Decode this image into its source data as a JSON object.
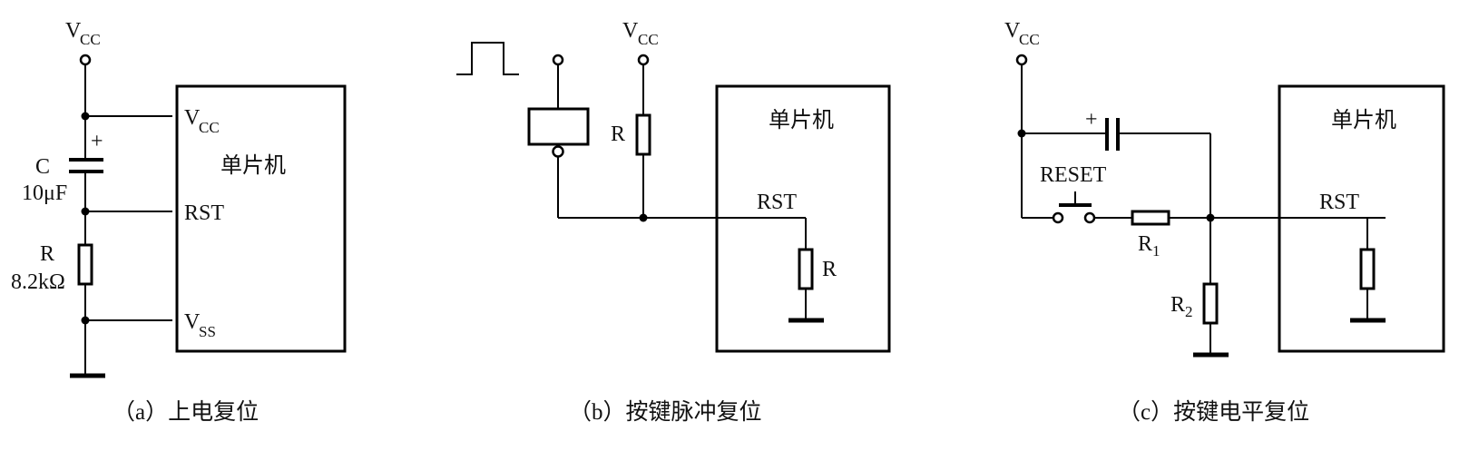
{
  "diagrams": [
    {
      "id": "a",
      "caption": "（a）上电复位",
      "supply_label": "V",
      "supply_sub": "CC",
      "chip_label": "单片机",
      "pins": [
        {
          "main": "V",
          "sub": "CC"
        },
        {
          "main": "RST",
          "sub": ""
        },
        {
          "main": "V",
          "sub": "SS"
        }
      ],
      "capacitor": {
        "name": "C",
        "value": "10μF",
        "polarity": "+"
      },
      "resistor": {
        "name": "R",
        "value": "8.2kΩ"
      }
    },
    {
      "id": "b",
      "caption": "（b）按键脉冲复位",
      "supply_label": "V",
      "supply_sub": "CC",
      "chip_label": "单片机",
      "pin": "RST",
      "pullup_resistor": "R",
      "internal_resistor": "R",
      "input_signal": "pulse-waveform"
    },
    {
      "id": "c",
      "caption": "（c）按键电平复位",
      "supply_label": "V",
      "supply_sub": "CC",
      "chip_label": "单片机",
      "pin": "RST",
      "capacitor_polarity": "+",
      "switch_label": "RESET",
      "resistor1": {
        "main": "R",
        "sub": "1"
      },
      "resistor2": {
        "main": "R",
        "sub": "2"
      }
    }
  ]
}
